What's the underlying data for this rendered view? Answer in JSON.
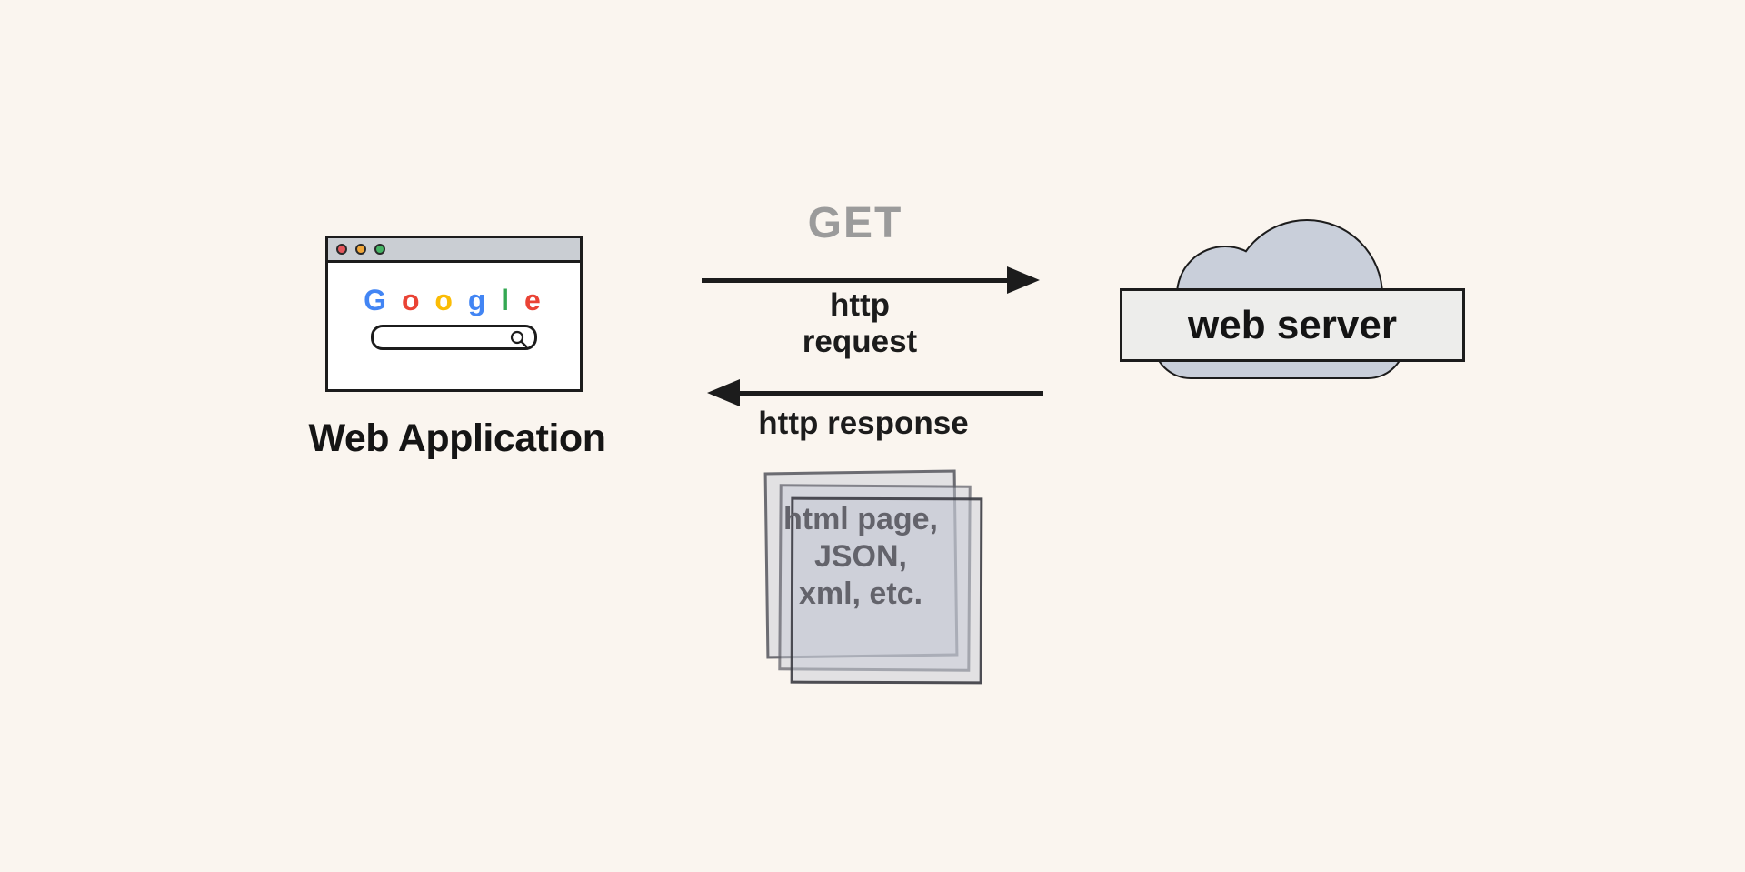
{
  "background": "#faf5ef",
  "web_application": {
    "label": "Web Application",
    "logo_letters": [
      {
        "char": "G",
        "color": "#4285F4"
      },
      {
        "char": "o",
        "color": "#EA4335"
      },
      {
        "char": "o",
        "color": "#FBBC05"
      },
      {
        "char": "g",
        "color": "#4285F4"
      },
      {
        "char": "l",
        "color": "#34A853"
      },
      {
        "char": "e",
        "color": "#EA4335"
      }
    ],
    "search_value": "",
    "window_buttons": {
      "close_color": "#e4565c",
      "minimize_color": "#f0a73a",
      "maximize_color": "#45b364"
    }
  },
  "flow": {
    "method": "GET",
    "method_color": "#9b9b9b",
    "request_label": "http request",
    "response_label": "http response",
    "arrow_color": "#1c1c1c"
  },
  "server": {
    "label": "web server",
    "cloud_fill": "#c9cfda",
    "box_fill": "#ededeb"
  },
  "response_payload": {
    "lines": [
      "html page,",
      "JSON,",
      "xml, etc."
    ],
    "text_color": "#63636b"
  }
}
